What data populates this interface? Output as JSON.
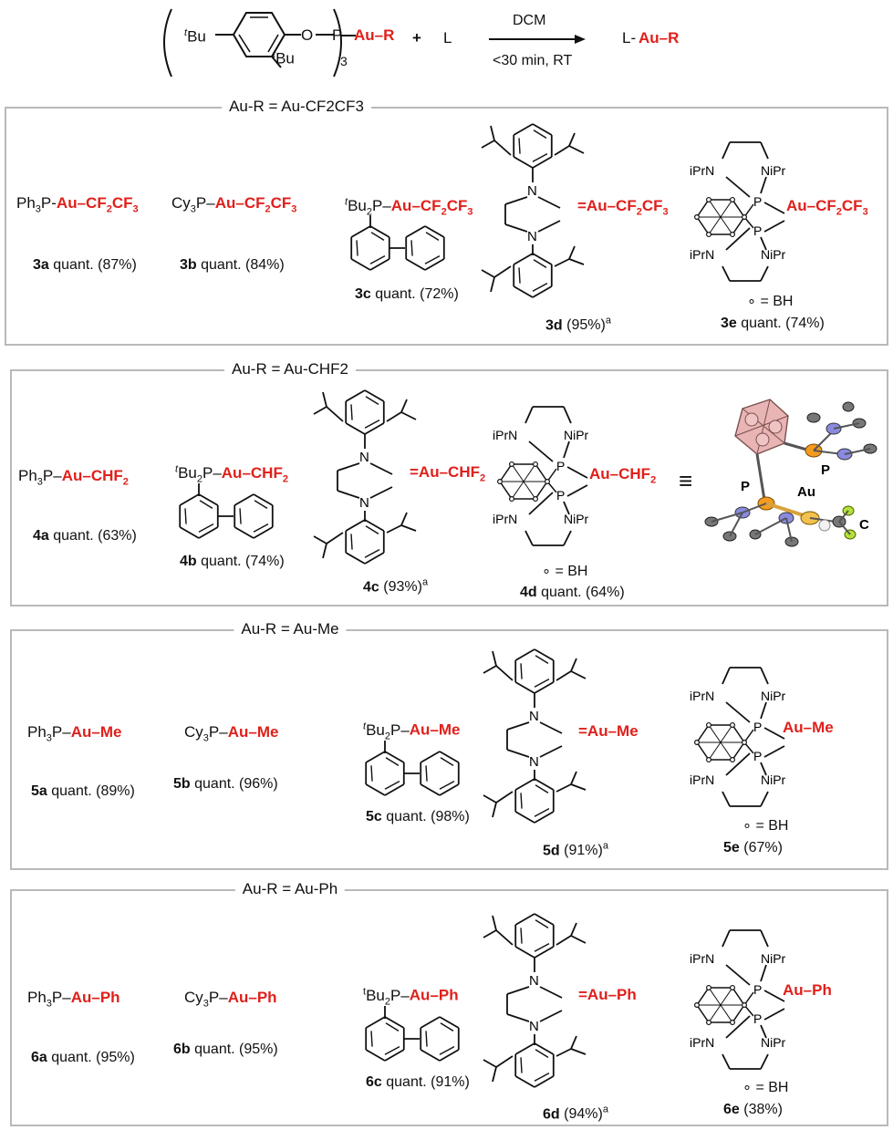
{
  "scheme": {
    "ligand_tbu": "tBu",
    "ligand_o": "O",
    "ligand_p": "P",
    "ligand_sub3": "3",
    "au_r": "Au–R",
    "plus": "+",
    "L": "L",
    "reagent": "DCM",
    "conditions": "<30 min, RT",
    "product_L": "L-",
    "product_aur": "Au–R"
  },
  "panels": [
    {
      "title": "Au-R = Au-CF2CF3",
      "items": [
        {
          "ligand": "Ph3P",
          "group": "Au–CF2CF3",
          "id": "3a",
          "yield": "quant. (87%)"
        },
        {
          "ligand": "Cy3P",
          "group": "Au–CF2CF3",
          "id": "3b",
          "yield": "quant. (84%)"
        },
        {
          "ligand": "tBu2P",
          "group": "Au–CF2CF3",
          "id": "3c",
          "yield": "quant. (72%)"
        },
        {
          "ligand": "NHC",
          "group": "Au–CF2CF3",
          "id": "3d",
          "yield": "(95%)a"
        },
        {
          "ligand": "carborane",
          "group": "Au–CF2CF3",
          "id": "3e",
          "yield": "quant. (74%)"
        }
      ]
    },
    {
      "title": "Au-R = Au-CHF2",
      "items": [
        {
          "ligand": "Ph3P",
          "group": "Au–CHF2",
          "id": "4a",
          "yield": "quant. (63%)"
        },
        {
          "ligand": "tBu2P",
          "group": "Au–CHF2",
          "id": "4b",
          "yield": "quant. (74%)"
        },
        {
          "ligand": "NHC",
          "group": "Au–CHF2",
          "id": "4c",
          "yield": "(93%)a"
        },
        {
          "ligand": "carborane",
          "group": "Au–CHF2",
          "id": "4d",
          "yield": "quant. (64%)"
        }
      ]
    },
    {
      "title": "Au-R = Au-Me",
      "items": [
        {
          "ligand": "Ph3P",
          "group": "Au–Me",
          "id": "5a",
          "yield": "quant. (89%)"
        },
        {
          "ligand": "Cy3P",
          "group": "Au–Me",
          "id": "5b",
          "yield": "quant. (96%)"
        },
        {
          "ligand": "tBu2P",
          "group": "Au–Me",
          "id": "5c",
          "yield": "quant. (98%)"
        },
        {
          "ligand": "NHC",
          "group": "Au–Me",
          "id": "5d",
          "yield": "(91%)a"
        },
        {
          "ligand": "carborane",
          "group": "Au–Me",
          "id": "5e",
          "yield": "(67%)"
        }
      ]
    },
    {
      "title": "Au-R = Au-Ph",
      "items": [
        {
          "ligand": "Ph3P",
          "group": "Au–Ph",
          "id": "6a",
          "yield": "quant. (95%)"
        },
        {
          "ligand": "Cy3P",
          "group": "Au–Ph",
          "id": "6b",
          "yield": "quant. (95%)"
        },
        {
          "ligand": "tBu2P",
          "group": "Au–Ph",
          "id": "6c",
          "yield": "quant. (91%)"
        },
        {
          "ligand": "NHC",
          "group": "Au–Ph",
          "id": "6d",
          "yield": "(94%)a"
        },
        {
          "ligand": "carborane",
          "group": "Au–Ph",
          "id": "6e",
          "yield": "(38%)"
        }
      ]
    }
  ],
  "common": {
    "bh_legend": "∘ = BH",
    "ipr_n": "iPrN",
    "n_ipr": "NiPr",
    "P": "P",
    "N": "N",
    "equiv": "≡",
    "xray_P": "P",
    "xray_Au": "Au",
    "xray_C": "C"
  }
}
